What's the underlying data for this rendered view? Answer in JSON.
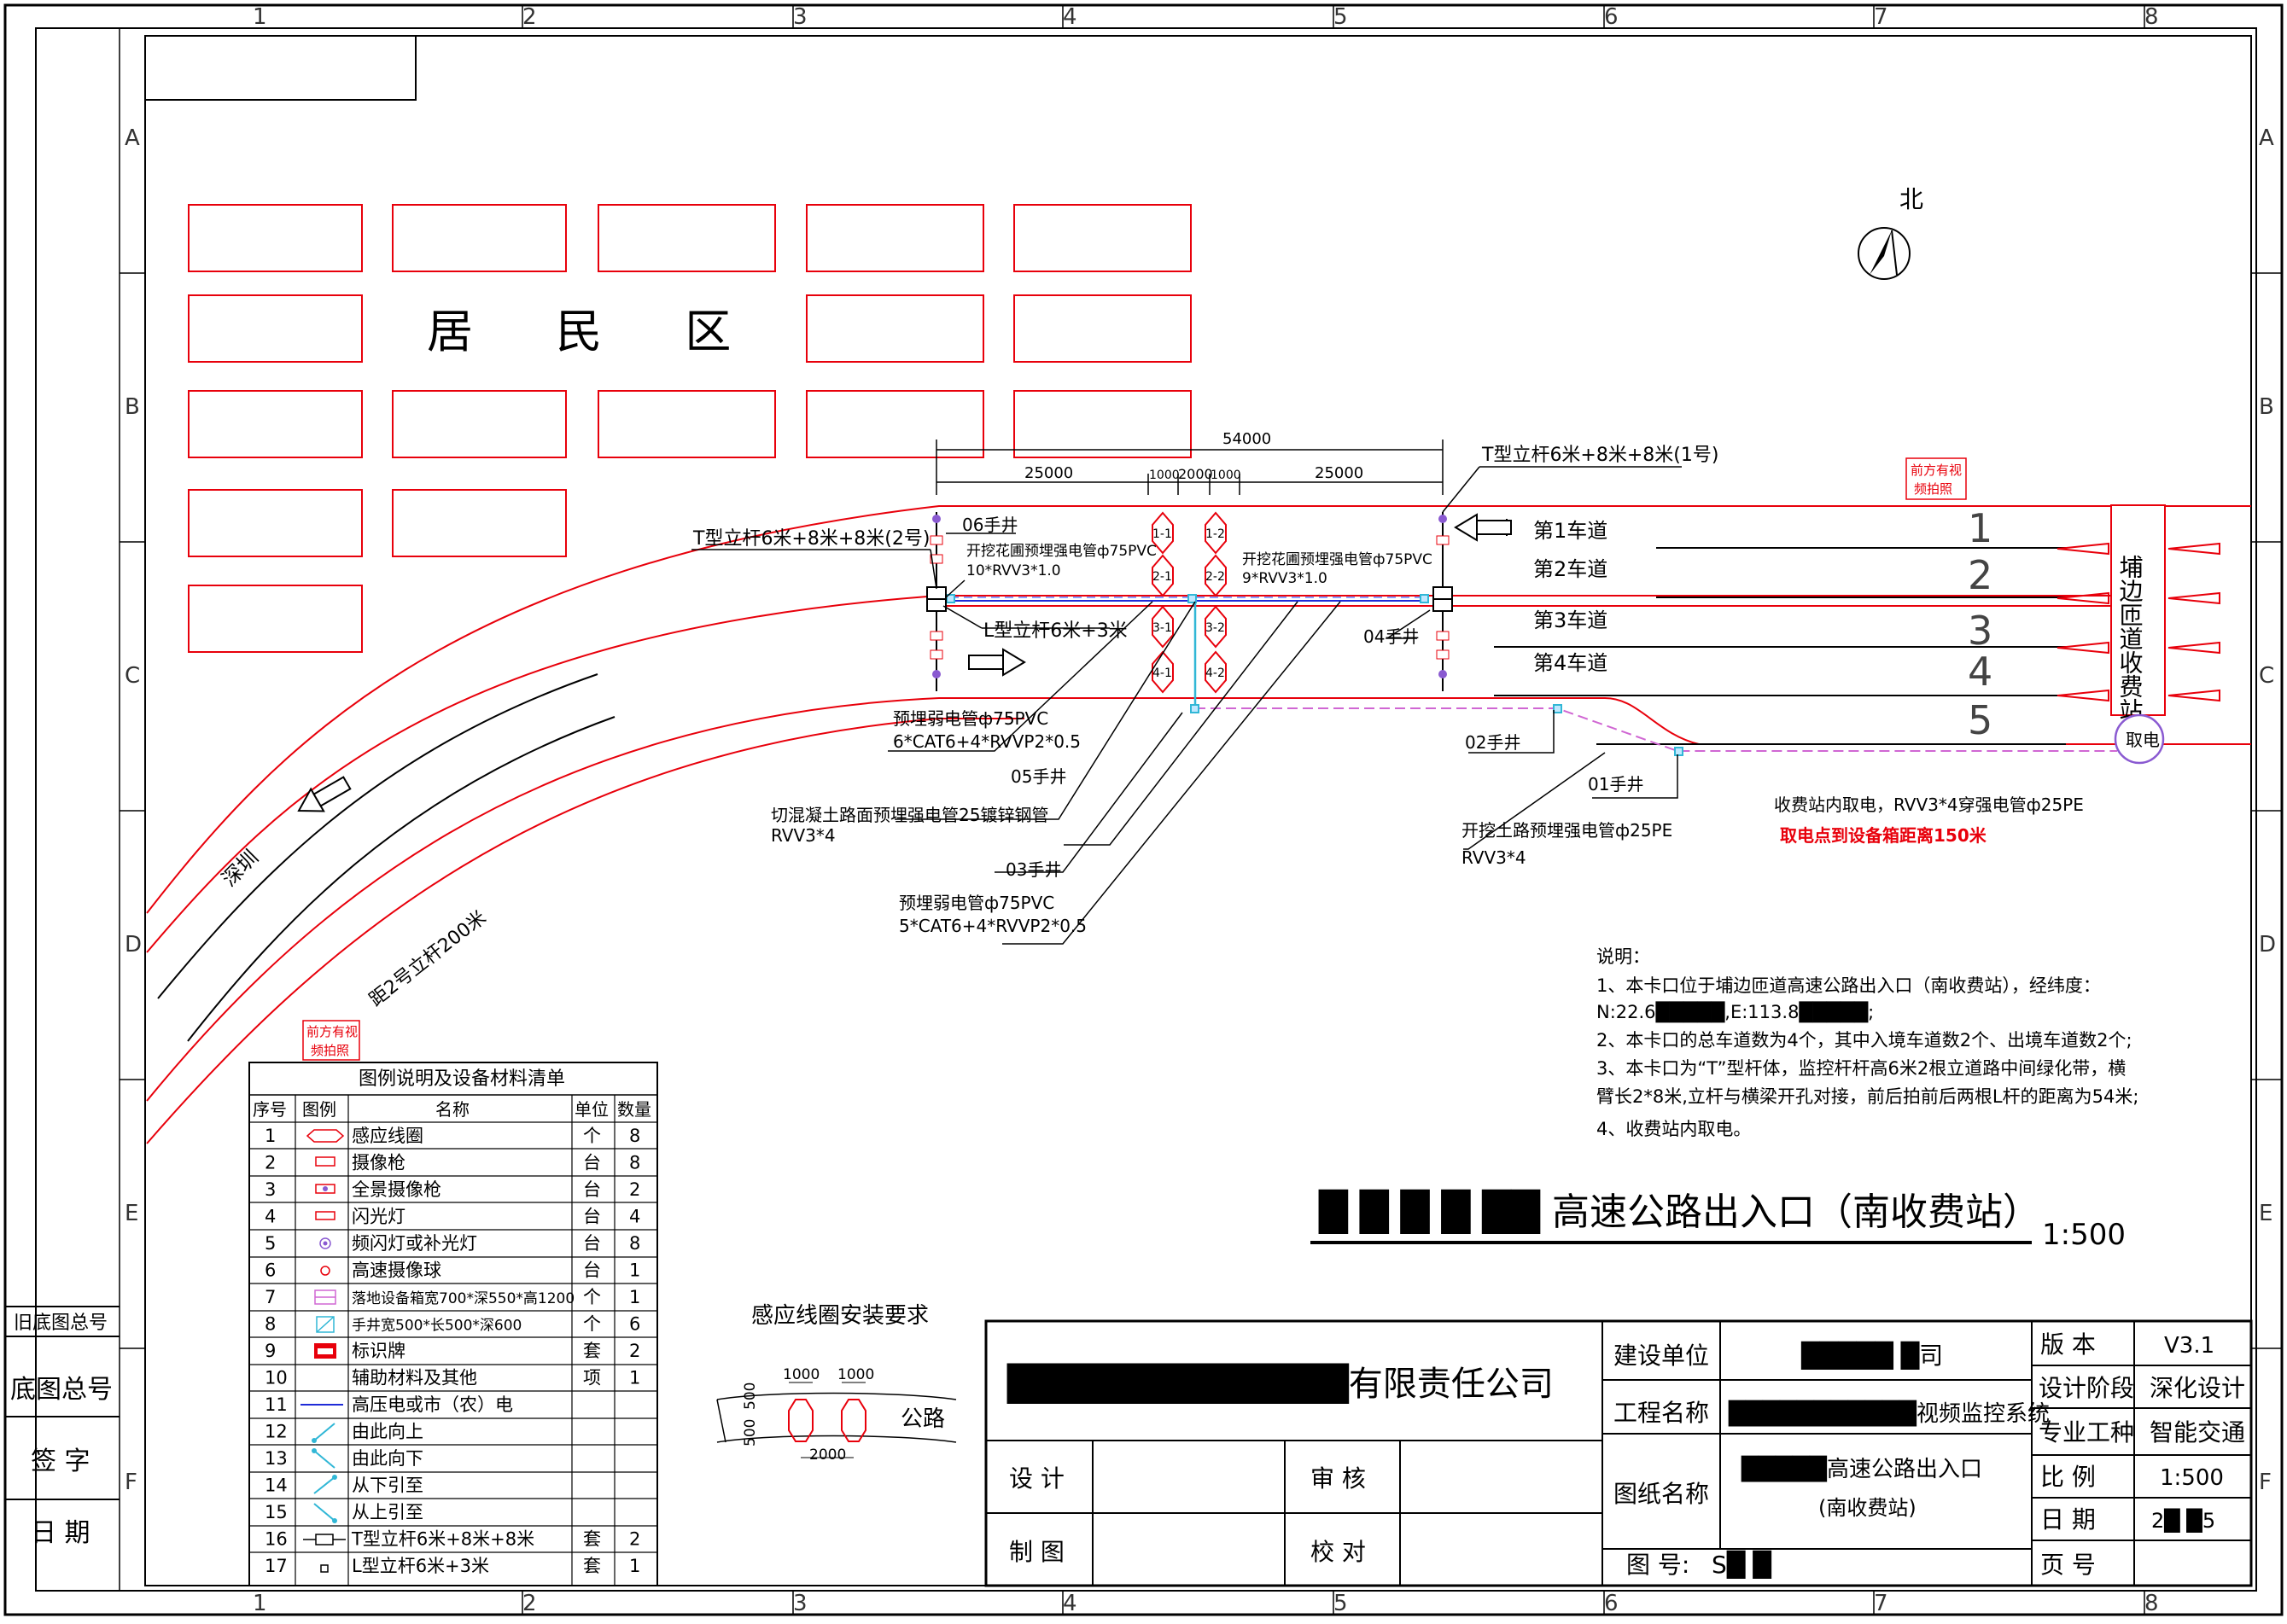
{
  "frame": {
    "cols": [
      "1",
      "2",
      "3",
      "4",
      "5",
      "6",
      "7",
      "8"
    ],
    "rows": [
      "A",
      "B",
      "C",
      "D",
      "E",
      "F"
    ]
  },
  "left_side_labels": [
    "旧底图总号",
    "底图总号",
    "签  字",
    "日  期"
  ],
  "north": "北",
  "residential": "居 民 区",
  "toll_station": "埔边匝道收费站",
  "power_label": "取电",
  "direction_label": "深圳",
  "distance_label": "距2号立杆200米",
  "badge_text": [
    "前方有视",
    "频拍照"
  ],
  "lanes": [
    {
      "name": "第1车道",
      "num": "1"
    },
    {
      "name": "第2车道",
      "num": "2"
    },
    {
      "name": "第3车道",
      "num": "3"
    },
    {
      "name": "第4车道",
      "num": "4"
    },
    {
      "name": "",
      "num": "5"
    }
  ],
  "dimensions": {
    "total": "54000",
    "left": "25000",
    "right": "25000",
    "d1": "1000",
    "d2": "2000",
    "d3": "1000"
  },
  "coils": [
    "1-1",
    "1-2",
    "2-1",
    "2-2",
    "3-1",
    "3-2",
    "4-1",
    "4-2"
  ],
  "annotations": {
    "pole1": "T型立杆6米+8米+8米(1号)",
    "pole2": "T型立杆6米+8米+8米(2号)",
    "lpole": "L型立杆6米+3米",
    "well06": "06手井",
    "well05": "05手井",
    "well04": "04手井",
    "well03": "03手井",
    "well02": "02手井",
    "well01": "01手井",
    "pipe_a1": "开挖花圃预埋强电管ф75PVC",
    "pipe_a2": "10*RVV3*1.0",
    "pipe_b1": "开挖花圃预埋强电管ф75PVC",
    "pipe_b2": "9*RVV3*1.0",
    "weak1_1": "预埋弱电管ф75PVC",
    "weak1_2": "6*CAT6+4*RVVP2*0.5",
    "cut1": "切混凝土路面预埋强电管25镀锌钢管",
    "cut2": "RVV3*4",
    "weak2_1": "预埋弱电管ф75PVC",
    "weak2_2": "5*CAT6+4*RVVP2*0.5",
    "soil1": "开挖土路预埋强电管ф25PE",
    "soil2": "RVV3*4",
    "tollpower": "收费站内取电，RVV3*4穿强电管ф25PE",
    "tolldist": "取电点到设备箱距离150米"
  },
  "notes": {
    "title": "说明：",
    "lines": [
      "1、本卡口位于埔边匝道高速公路出入口（南收费站），经纬度：",
      "N:22.6█████,E:113.8█████;",
      "2、本卡口的总车道数为4个，其中入境车道数2个、出境车道数2个;",
      "3、本卡口为“T”型杆体，监控杆杆高6米2根立道路中间绿化带，横",
      "臂长2*8米,立杆与横梁开孔对接，前后拍前后两根L杆的距离为54米;",
      "4、收费站内取电。"
    ]
  },
  "main_title": "█ █ █ █ ██ 高速公路出入口（南收费站）",
  "scale": "1:500",
  "legend": {
    "title": "图例说明及设备材料清单",
    "headers": [
      "序号",
      "图例",
      "名称",
      "单位",
      "数量"
    ],
    "rows": [
      [
        "1",
        "",
        "感应线圈",
        "个",
        "8"
      ],
      [
        "2",
        "",
        "摄像枪",
        "台",
        "8"
      ],
      [
        "3",
        "",
        "全景摄像枪",
        "台",
        "2"
      ],
      [
        "4",
        "",
        "闪光灯",
        "台",
        "4"
      ],
      [
        "5",
        "",
        "频闪灯或补光灯",
        "台",
        "8"
      ],
      [
        "6",
        "",
        "高速摄像球",
        "台",
        "1"
      ],
      [
        "7",
        "",
        "落地设备箱宽700*深550*高1200",
        "个",
        "1"
      ],
      [
        "8",
        "",
        "手井宽500*长500*深600",
        "个",
        "6"
      ],
      [
        "9",
        "",
        "标识牌",
        "套",
        "2"
      ],
      [
        "10",
        "",
        "辅助材料及其他",
        "项",
        "1"
      ],
      [
        "11",
        "",
        "高压电或市（农）电",
        "",
        ""
      ],
      [
        "12",
        "",
        "由此向上",
        "",
        ""
      ],
      [
        "13",
        "",
        "由此向下",
        "",
        ""
      ],
      [
        "14",
        "",
        "从下引至",
        "",
        ""
      ],
      [
        "15",
        "",
        "从上引至",
        "",
        ""
      ],
      [
        "16",
        "",
        "T型立杆6米+8米+8米",
        "套",
        "2"
      ],
      [
        "17",
        "",
        "L型立杆6米+3米",
        "套",
        "1"
      ]
    ]
  },
  "coil_req": {
    "title": "感应线圈安装要求",
    "road": "公路",
    "d1": "1000",
    "d2": "1000",
    "w": "2000",
    "h1": "500",
    "h2": "500"
  },
  "title_block": {
    "company": "█████████████有限责任公司",
    "build_unit_label": "建设单位",
    "build_unit": "█████ █司",
    "project_label": "工程名称",
    "project": "███████████视频监控系统",
    "drawing_label": "图纸名称",
    "drawing1": "█████高速公路出入口",
    "drawing2": "(南收费站)",
    "design": "设  计",
    "review": "审  核",
    "draw": "制  图",
    "check": "校  对",
    "figno_label": "图  号:",
    "figno": "S█ █",
    "version_label": "版    本",
    "version": "V3.1",
    "stage_label": "设计阶段",
    "stage": "深化设计",
    "major_label": "专业工种",
    "major": "智能交通",
    "ratio_label": "比    例",
    "ratio": "1:500",
    "date_label": "日    期",
    "date": "2█ █5",
    "page_label": "页    号",
    "page": ""
  }
}
